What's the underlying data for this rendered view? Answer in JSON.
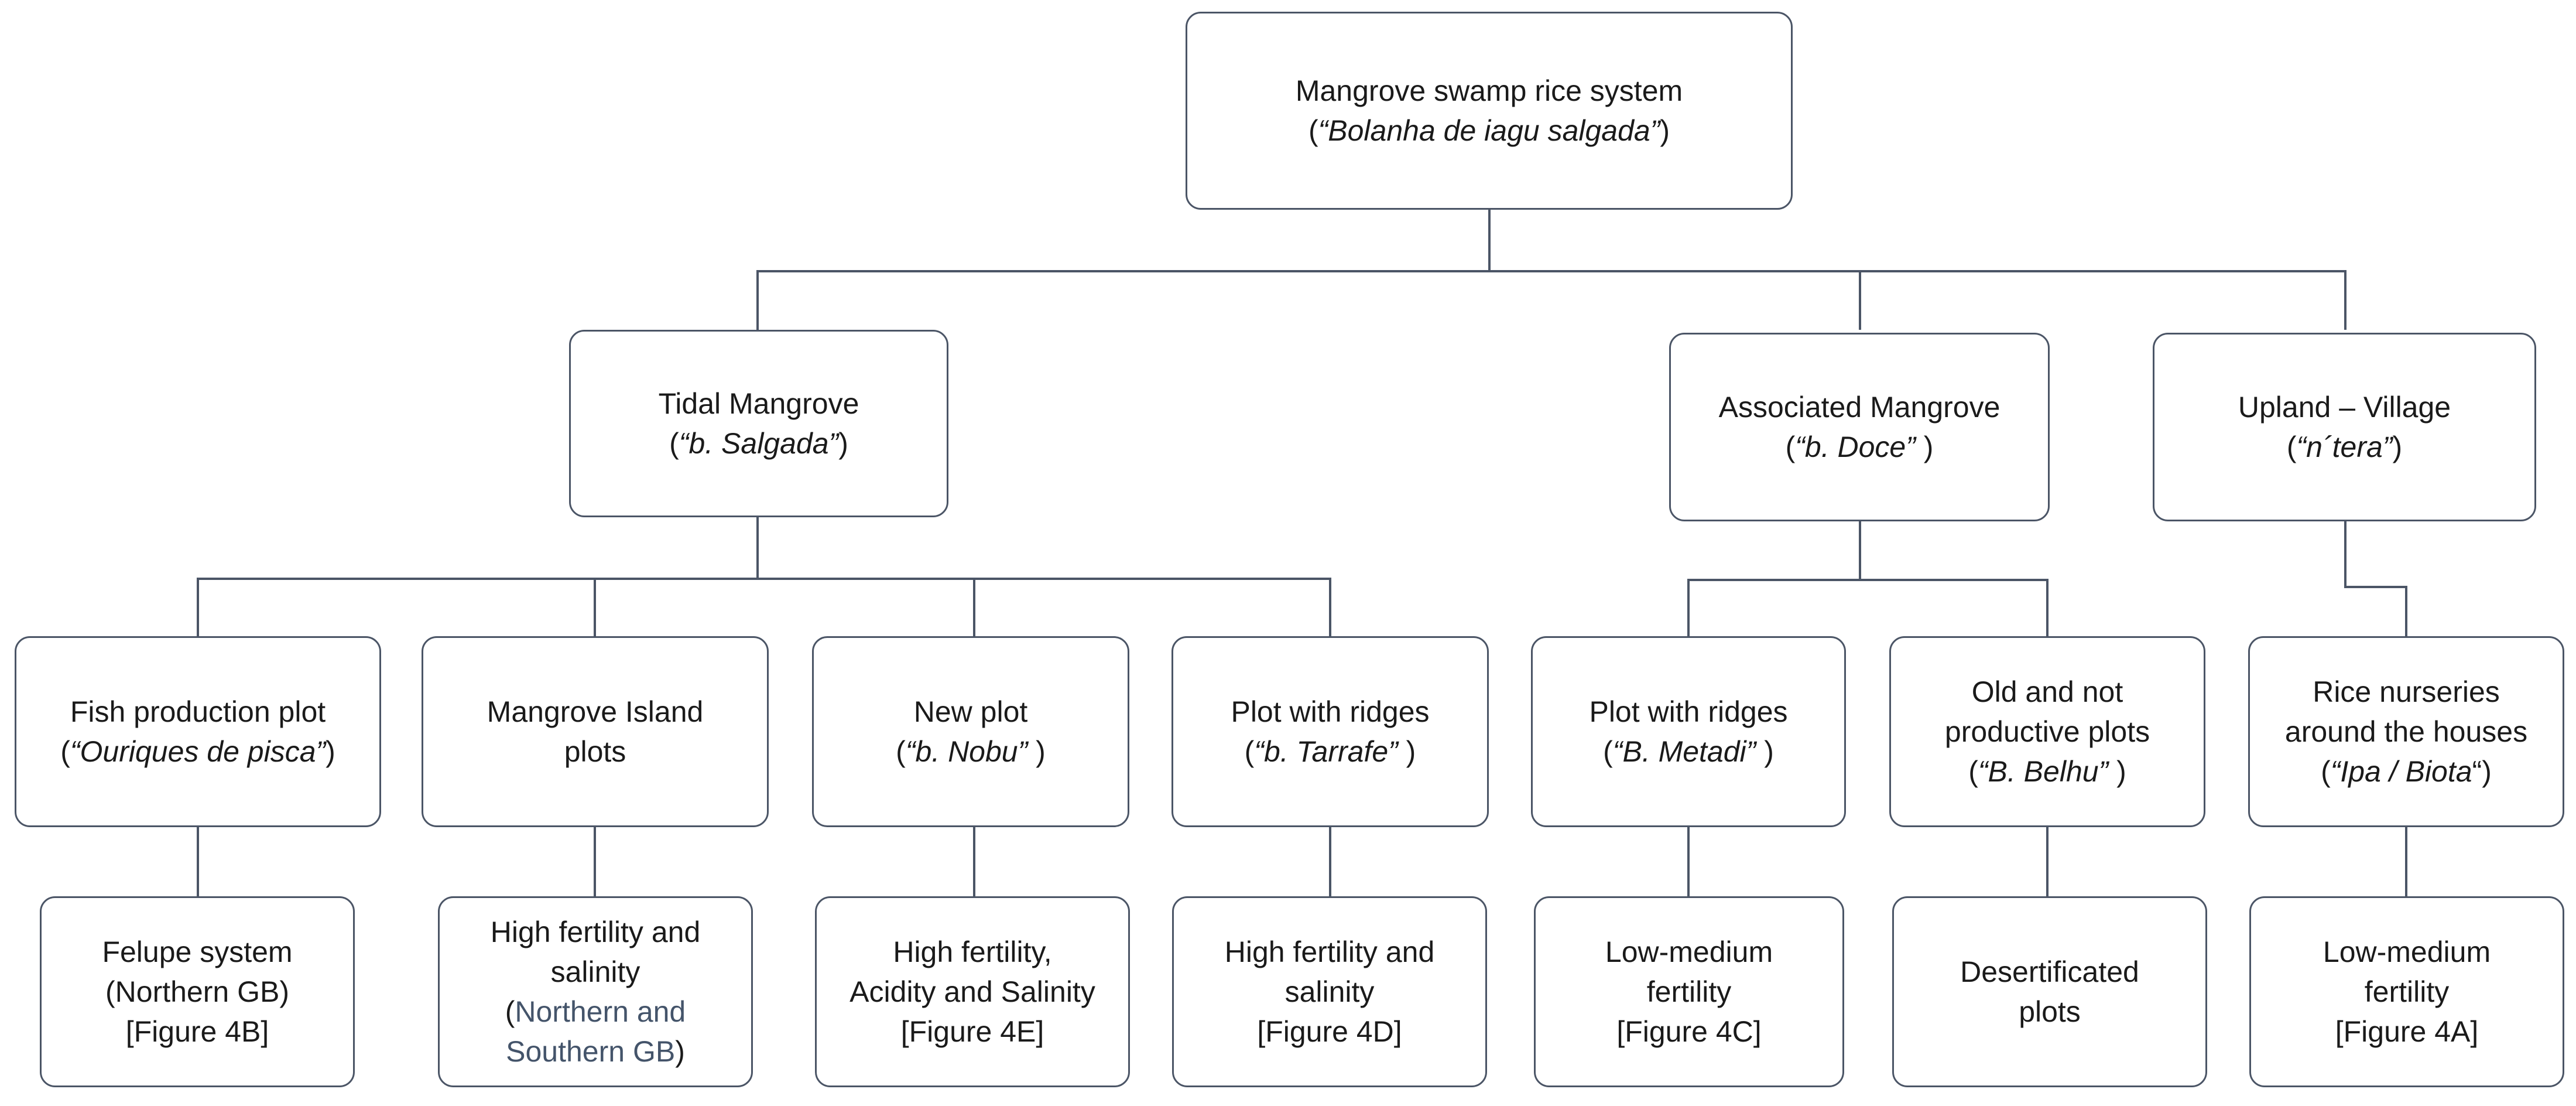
{
  "root": {
    "title": "Mangrove swamp rice system",
    "local_open": "(",
    "local_name": "“Bolanha de iagu salgada”",
    "local_close": ")"
  },
  "tidal": {
    "title": "Tidal Mangrove",
    "local_open": "(",
    "local_name": "“b. Salgada”",
    "local_close": ")",
    "children": [
      {
        "title": "Fish production plot",
        "local_open": "(",
        "local_name": "“Ouriques de pisca”",
        "local_close": ")",
        "detail_1": "Felupe system",
        "detail_2": "(Northern GB)",
        "detail_3": "[Figure 4B]"
      },
      {
        "title_1": "Mangrove Island",
        "title_2": "plots",
        "detail_1": "High fertility and",
        "detail_2": "salinity",
        "detail_3_open": "(",
        "detail_3_text": "Northern and",
        "detail_4_text": "Southern GB",
        "detail_4_close": ")"
      },
      {
        "title": "New plot",
        "local_open": "(",
        "local_name": "“b. Nobu”",
        "local_close": " )",
        "detail_1": "High fertility,",
        "detail_2": "Acidity and Salinity",
        "detail_3": "[Figure 4E]"
      },
      {
        "title": "Plot with ridges",
        "local_open": "(",
        "local_name": "“b. Tarrafe”",
        "local_close": " )",
        "detail_1": "High fertility and",
        "detail_2": "salinity",
        "detail_3": "[Figure 4D]"
      }
    ]
  },
  "associated": {
    "title": "Associated Mangrove",
    "local_open": "(",
    "local_name": "“b. Doce”",
    "local_close": " )",
    "children": [
      {
        "title": "Plot with ridges",
        "local_open": "(",
        "local_name": "“B. Metadi”",
        "local_close": " )",
        "detail_1": "Low-medium",
        "detail_2": "fertility",
        "detail_3": "[Figure 4C]"
      },
      {
        "title_1": "Old and not",
        "title_2": "productive plots",
        "local_open": "(",
        "local_name": "“B. Belhu”",
        "local_close": " )",
        "detail_1": "Desertificated",
        "detail_2": "plots"
      }
    ]
  },
  "upland": {
    "title": "Upland – Village",
    "local_open": "(",
    "local_name": "“n´tera”",
    "local_close": ")",
    "children": [
      {
        "title_1": "Rice nurseries",
        "title_2": "around the houses",
        "local_open": "(",
        "local_name": "“Ipa / Biota",
        "local_close": "“)",
        "detail_1": "Low-medium",
        "detail_2": "fertility",
        "detail_3": "[Figure 4A]"
      }
    ]
  }
}
